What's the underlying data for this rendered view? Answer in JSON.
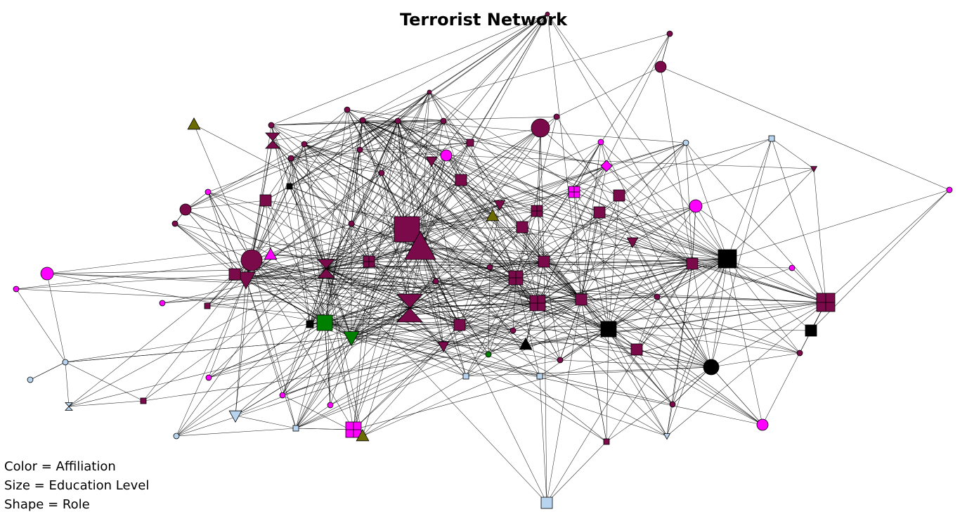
{
  "title": "Terrorist Network",
  "legend": {
    "color": "Color = Affiliation",
    "size": "Size = Education Level",
    "shape": "Shape = Role"
  },
  "palette": {
    "maroon": "#7a0a4a",
    "magenta": "#ff00ff",
    "green": "#008000",
    "olive": "#6b6b00",
    "black": "#000000",
    "lightblue": "#b8d4ef",
    "edge": "#000000"
  }
}
